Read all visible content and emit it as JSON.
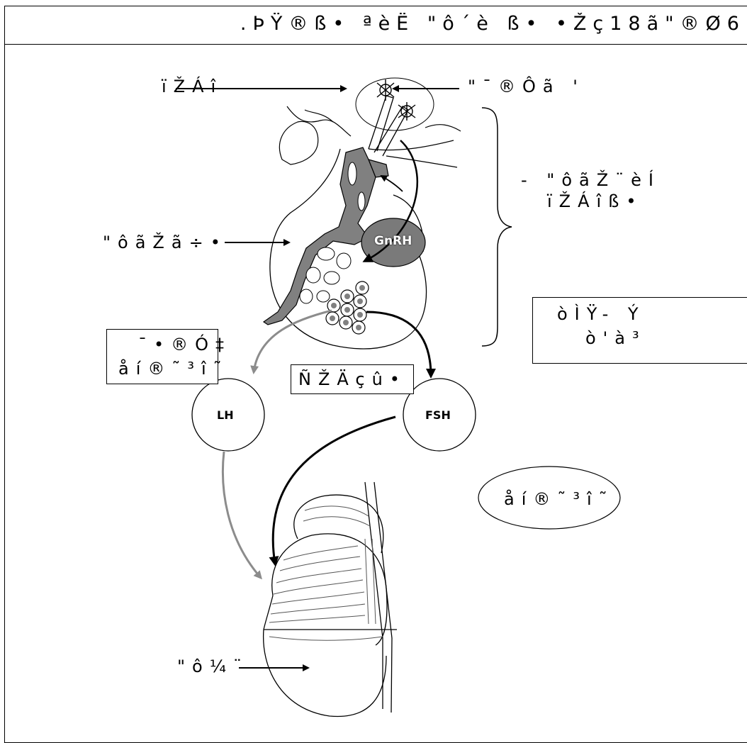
{
  "title": ".ÞŸ®ß• ªèË \"ô´è ß• •Žç18ã\"®Ø6",
  "labels": {
    "hypothalamus_left": "ïŽÁî",
    "neurons_right": "\"¯®Ôã '",
    "pituitary_anterior": "\"ôãŽã÷•",
    "testis_lower": "\"ô¼¨",
    "bracket_line1": "- \"ôãŽ¨èÍ",
    "bracket_line2": "ïŽÁîß•",
    "box_right_line1": "òÌŸ- Ý",
    "box_right_line2": "ò'à³",
    "box_left_line1": "¯•®Ó‡",
    "box_left_line2": "åí®˜³î˜",
    "box_mid": "ÑŽÄçû•",
    "ellipse_right": "åí®˜³î˜"
  },
  "hormones": {
    "gnrh": "GnRH",
    "lh": "LH",
    "fsh": "FSH"
  },
  "colors": {
    "gnrh_fill": "#7a7a7a",
    "portal_fill": "#808080",
    "lh_arrow": "#8c8c8c",
    "fsh_arrow": "#000000"
  }
}
